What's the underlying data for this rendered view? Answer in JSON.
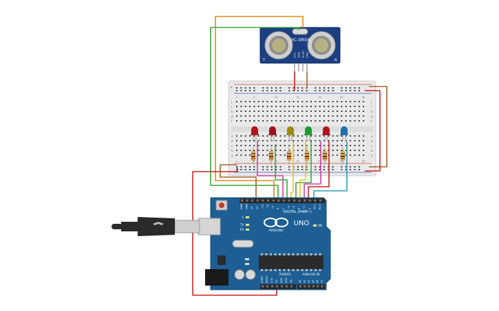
{
  "sensor": {
    "model": "HC-SR04",
    "pin_labels": [
      "VCC",
      "TRIG",
      "ECHO",
      "GND"
    ],
    "corner_marks": [
      "T",
      "R"
    ]
  },
  "arduino": {
    "brand": "ARDUINO",
    "model": "UNO",
    "digital_header": "DIGITAL (PWM~)",
    "digital_pins": [
      "AREF",
      "GND",
      "13",
      "12",
      "~11",
      "~10",
      "~9",
      "8",
      "7",
      "~6",
      "~5",
      "4",
      "~3",
      "2",
      "TX 1",
      "RX 0"
    ],
    "power_header": "POWER",
    "power_pins": [
      "IOREF",
      "RESET",
      "3.3V",
      "5V",
      "GND",
      "GND",
      "Vin"
    ],
    "analog_header": "ANALOG IN",
    "analog_pins": [
      "A0",
      "A1",
      "A2",
      "A3",
      "A4",
      "A5"
    ],
    "leds": [
      {
        "label": "L"
      },
      {
        "label": "TX"
      },
      {
        "label": "RX"
      },
      {
        "label": "ON"
      }
    ]
  },
  "breadboard": {
    "column_numbers": [
      "1",
      "5",
      "10",
      "15",
      "20",
      "25",
      "30"
    ],
    "row_letters_top": [
      "j",
      "i",
      "h",
      "g",
      "f"
    ],
    "row_letters_bottom": [
      "e",
      "d",
      "c",
      "b",
      "a"
    ],
    "rail_plus": "+",
    "rail_minus": "-"
  },
  "leds": [
    {
      "name": "red-led-1",
      "color": "#b3121b"
    },
    {
      "name": "red-led-2",
      "color": "#a0101a"
    },
    {
      "name": "yellow-led",
      "color": "#9c8a10"
    },
    {
      "name": "green-led",
      "color": "#1d9b2f"
    },
    {
      "name": "red-led-3",
      "color": "#b3121b"
    },
    {
      "name": "blue-led",
      "color": "#1f6fae"
    }
  ],
  "colors": {
    "board_blue": "#1d5f95",
    "sensor_blue": "#1b3f82",
    "wire_orange": "#e08a10",
    "wire_green": "#3aa63a",
    "wire_red": "#cc2222",
    "wire_brown": "#a0622a",
    "wire_magenta": "#d03ca6",
    "wire_yellow": "#e8c41a",
    "wire_teal": "#2aa0b8"
  }
}
